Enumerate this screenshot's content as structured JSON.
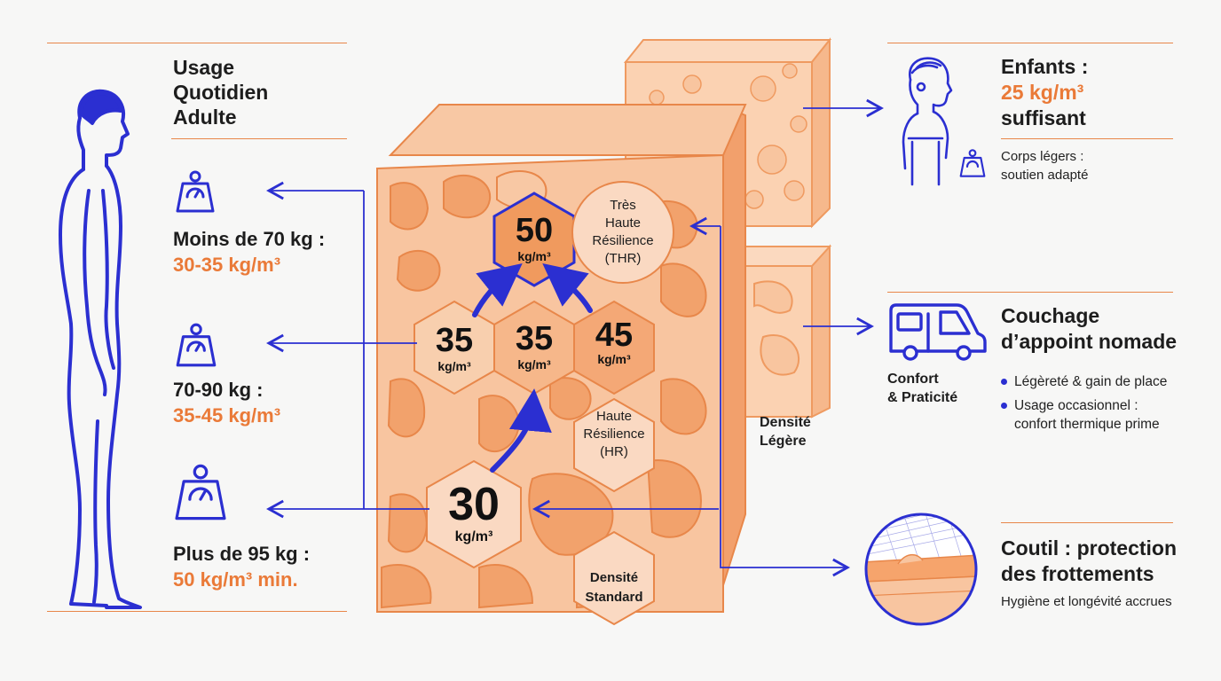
{
  "left": {
    "title_lines": [
      "Usage",
      "Quotidien",
      "Adulte"
    ],
    "weights": [
      {
        "label": "Moins de 70 kg :",
        "value": "30-35 kg/m³"
      },
      {
        "label": "70-90 kg :",
        "value": "35-45 kg/m³"
      },
      {
        "label": "Plus de 95 kg :",
        "value": "50 kg/m³ min."
      }
    ]
  },
  "center": {
    "cells": [
      {
        "num": "50",
        "unit": "kg/m³"
      },
      {
        "num": "35",
        "unit": "kg/m³"
      },
      {
        "num": "35",
        "unit": "kg/m³"
      },
      {
        "num": "45",
        "unit": "kg/m³"
      },
      {
        "num": "30",
        "unit": "kg/m³"
      }
    ],
    "thr_lines": [
      "Très",
      "Haute",
      "Résilience",
      "(THR)"
    ],
    "hr_lines": [
      "Haute",
      "Résilience",
      "(HR)"
    ],
    "standard_lines": [
      "Densité",
      "Standard"
    ],
    "light_lines": [
      "Densité",
      "Légère"
    ]
  },
  "right": {
    "children": {
      "label": "Enfants :",
      "value": "25 kg/m³",
      "suffix": "suffisant",
      "note_lines": [
        "Corps légers :",
        "soutien adapté"
      ]
    },
    "nomad": {
      "title_lines": [
        "Couchage",
        "d’appoint nomade"
      ],
      "caption_lines": [
        "Confort",
        "& Praticité"
      ],
      "bullets": [
        {
          "lines": [
            "Légèreté & gain de place"
          ]
        },
        {
          "lines": [
            "Usage occasionnel :",
            "confort thermique prime"
          ]
        }
      ]
    },
    "coutil": {
      "title_lines": [
        "Coutil : protection",
        "des frottements"
      ],
      "note": "Hygiène et longévité accrues"
    }
  },
  "colors": {
    "accent_orange": "#ea7a38",
    "foam_light": "#f8c8a4",
    "foam_mid": "#f4a36c",
    "line_blue": "#2b2fd1"
  }
}
